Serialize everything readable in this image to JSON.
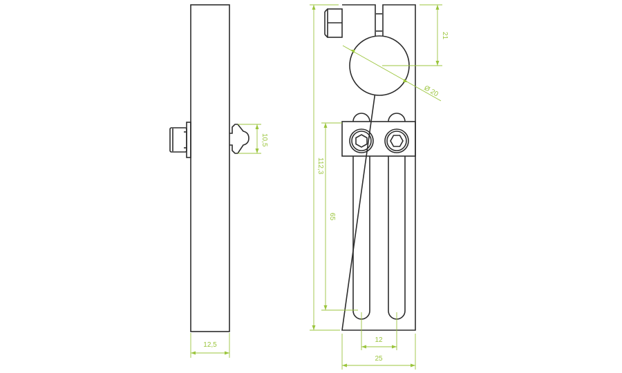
{
  "drawing": {
    "title": "Clamp bracket technical drawing",
    "colors": {
      "part_line": "#2b2b2b",
      "dimension": "#9bc53d",
      "background": "#ffffff"
    },
    "views": [
      {
        "name": "side-view",
        "description": "Side view with set screw and lock pin"
      },
      {
        "name": "front-view",
        "description": "Front view with clamp bore, hex bolt, two socket-head screws and two slots"
      }
    ],
    "dimensions": {
      "side_width": "12,5",
      "pin_height": "10,5",
      "total_height": "112,3",
      "slot_length": "65",
      "bore_offset": "21",
      "bore_diameter": "Ø 20",
      "slot_spacing": "12",
      "front_width": "25"
    }
  }
}
